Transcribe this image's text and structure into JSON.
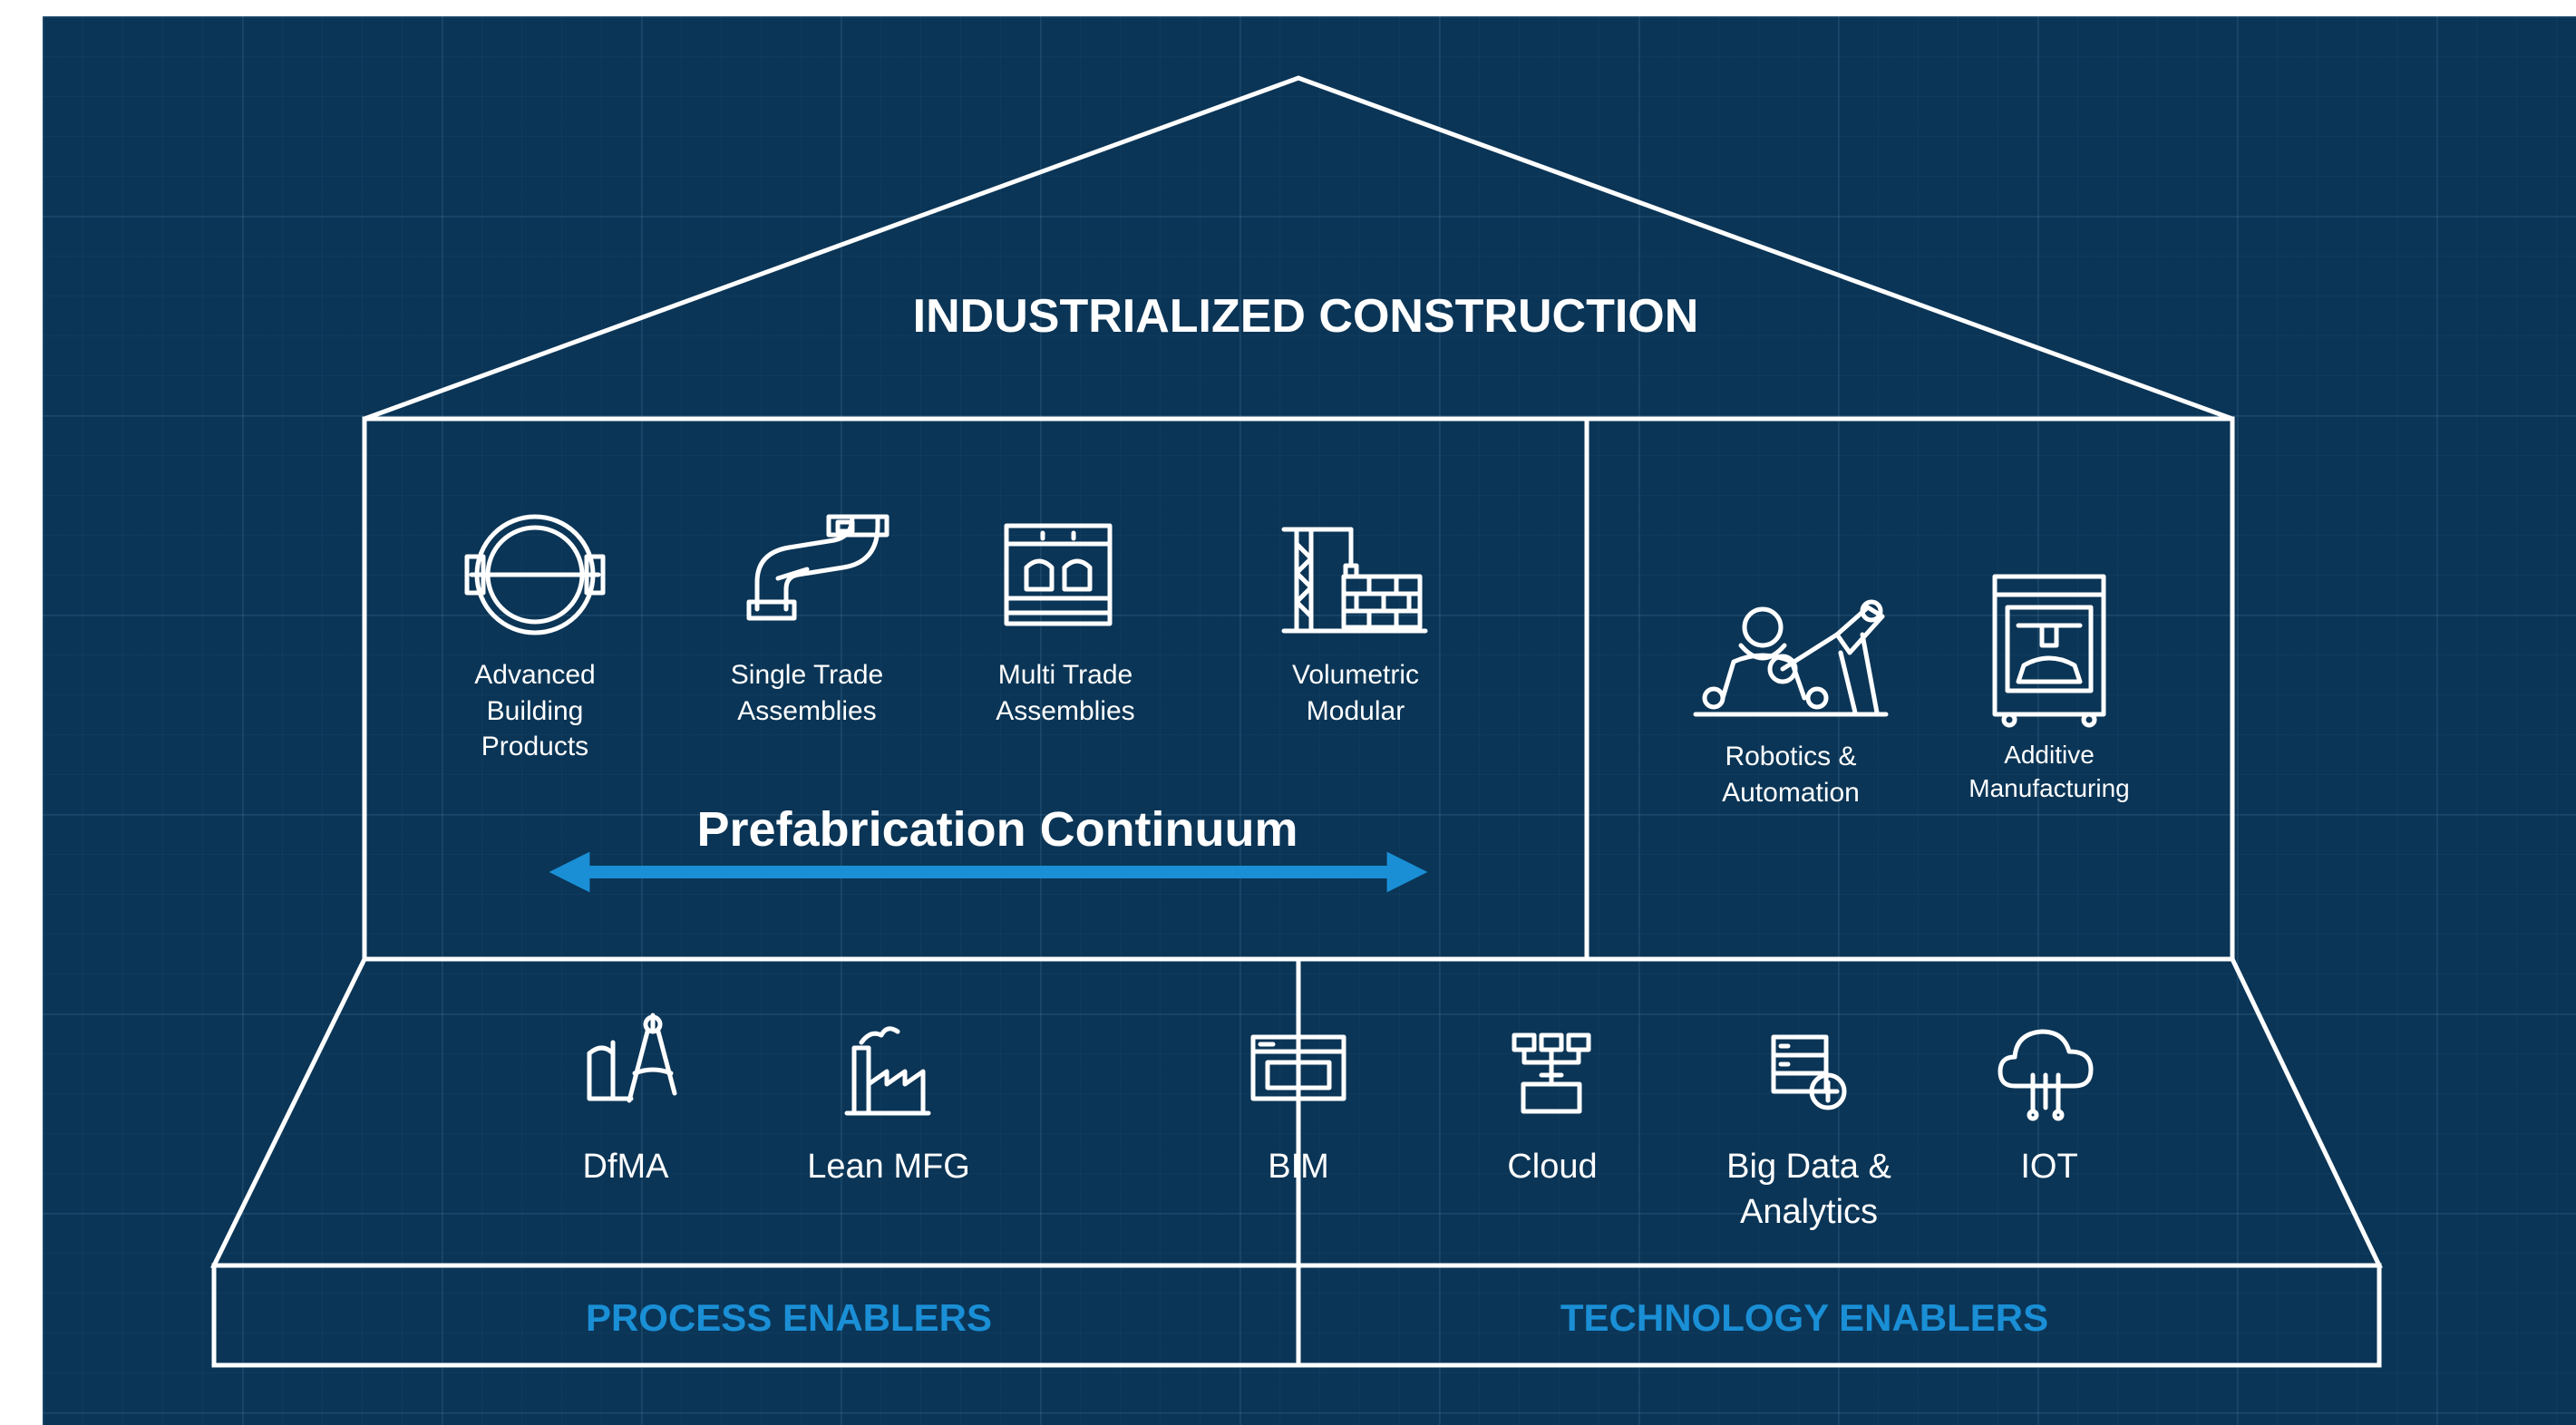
{
  "title": "INDUSTRIALIZED CONSTRUCTION",
  "prefab": {
    "heading": "Prefabrication Continuum",
    "items": [
      {
        "label": "Advanced Building Products",
        "icon": "pipe-clamp-icon"
      },
      {
        "label": "Single Trade Assemblies",
        "icon": "pipe-elbow-icon"
      },
      {
        "label": "Multi Trade Assemblies",
        "icon": "wall-panel-icon"
      },
      {
        "label": "Volumetric Modular",
        "icon": "crane-module-icon"
      }
    ]
  },
  "technology_room": {
    "items": [
      {
        "label": "Robotics & Automation",
        "icon": "welding-robot-icon"
      },
      {
        "label": "Additive Manufacturing",
        "icon": "3d-printer-icon"
      }
    ]
  },
  "process_enablers": {
    "label": "PROCESS ENABLERS",
    "items": [
      {
        "label": "DfMA",
        "icon": "drafting-compass-icon"
      },
      {
        "label": "Lean MFG",
        "icon": "factory-icon"
      }
    ]
  },
  "technology_enablers": {
    "label": "TECHNOLOGY ENABLERS",
    "items": [
      {
        "label": "BIM",
        "icon": "browser-window-icon"
      },
      {
        "label": "Cloud",
        "icon": "network-icon"
      },
      {
        "label": "Big Data & Analytics",
        "icon": "database-icon"
      },
      {
        "label": "IOT",
        "icon": "cloud-circuit-icon"
      }
    ]
  },
  "colors": {
    "background": "#0b3556",
    "lines": "#ffffff",
    "accent": "#1a8fd6"
  }
}
